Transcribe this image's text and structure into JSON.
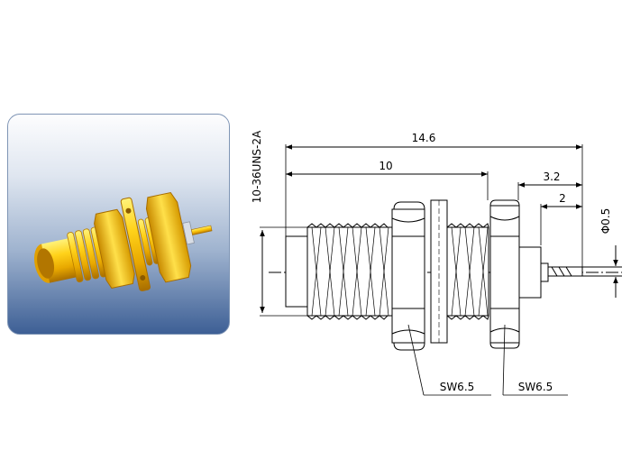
{
  "drawing": {
    "thread_spec": "10-36UNS-2A",
    "dim_overall_length": "14.6",
    "dim_thread_length": "10",
    "dim_pin_length": "3.2",
    "dim_pin_tip": "2",
    "dim_pin_diameter": "Φ0.5",
    "nut_label_left": "SW6.5",
    "nut_label_right": "SW6.5"
  },
  "colors": {
    "gold_light": "#ffe24a",
    "gold_mid": "#f0b800",
    "gold_dark": "#b57a00",
    "panel_bottom": "#3d5f95",
    "line": "#000000"
  }
}
